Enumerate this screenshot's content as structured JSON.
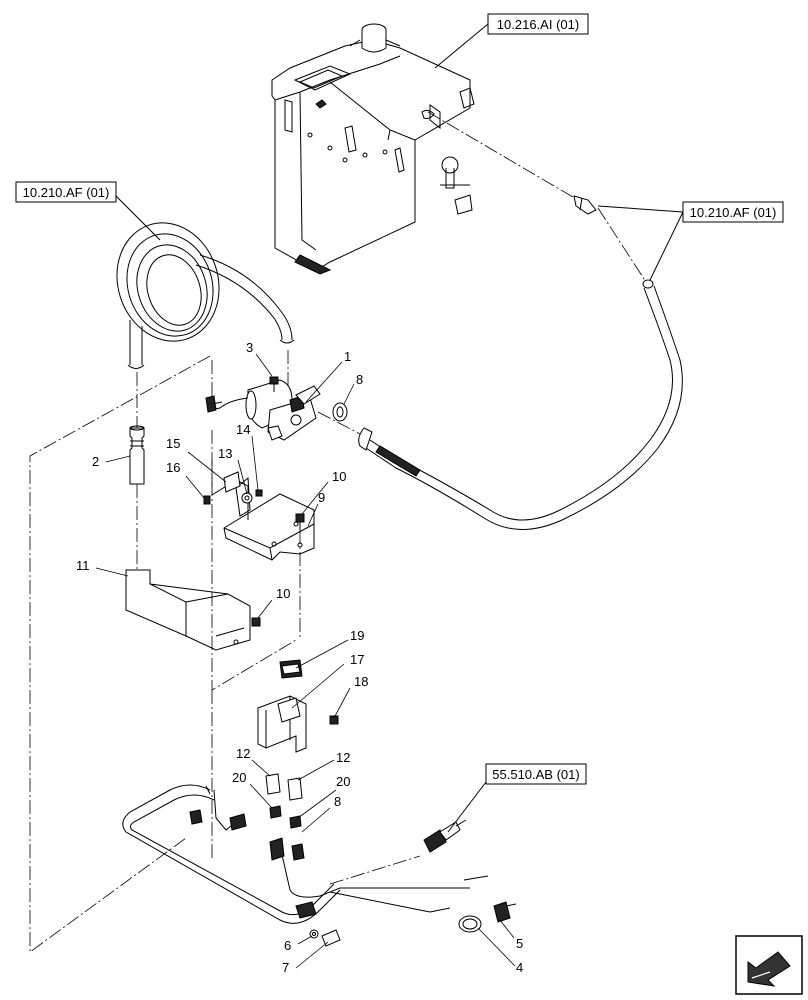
{
  "references": [
    {
      "id": "ref-tank",
      "label": "10.216.AI (01)"
    },
    {
      "id": "ref-coil-hose",
      "label": "10.210.AF (01)"
    },
    {
      "id": "ref-fuel-line",
      "label": "10.210.AF (01)"
    },
    {
      "id": "ref-harness",
      "label": "55.510.AB (01)"
    }
  ],
  "callouts": [
    {
      "id": "c1",
      "label": "1"
    },
    {
      "id": "c2",
      "label": "2"
    },
    {
      "id": "c3",
      "label": "3"
    },
    {
      "id": "c4",
      "label": "4"
    },
    {
      "id": "c5",
      "label": "5"
    },
    {
      "id": "c6",
      "label": "6"
    },
    {
      "id": "c7",
      "label": "7"
    },
    {
      "id": "c8a",
      "label": "8"
    },
    {
      "id": "c8b",
      "label": "8"
    },
    {
      "id": "c9",
      "label": "9"
    },
    {
      "id": "c10a",
      "label": "10"
    },
    {
      "id": "c10b",
      "label": "10"
    },
    {
      "id": "c11",
      "label": "11"
    },
    {
      "id": "c12a",
      "label": "12"
    },
    {
      "id": "c12b",
      "label": "12"
    },
    {
      "id": "c13",
      "label": "13"
    },
    {
      "id": "c14",
      "label": "14"
    },
    {
      "id": "c15",
      "label": "15"
    },
    {
      "id": "c16",
      "label": "16"
    },
    {
      "id": "c17",
      "label": "17"
    },
    {
      "id": "c18",
      "label": "18"
    },
    {
      "id": "c19",
      "label": "19"
    },
    {
      "id": "c20a",
      "label": "20"
    },
    {
      "id": "c20b",
      "label": "20"
    }
  ],
  "nav_icon": "next-page-arrow-icon"
}
